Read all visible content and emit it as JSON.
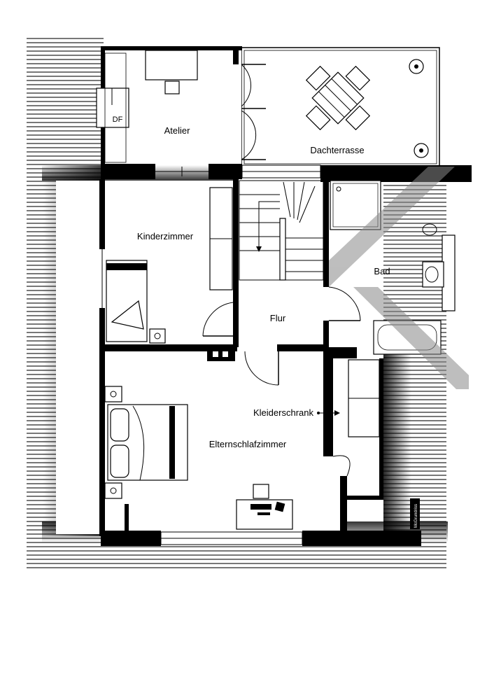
{
  "rooms": {
    "atelier": "Atelier",
    "dachterrasse": "Dachterrasse",
    "kinderzimmer": "Kinderzimmer",
    "bad": "Bad",
    "flur": "Flur",
    "kleiderschrank": "Kleiderschrank",
    "elternschlafzimmer": "Elternschlafzimmer"
  },
  "labels": {
    "df": "DF",
    "brand": "McGrundriss"
  },
  "colors": {
    "wall": "#000000",
    "background": "#ffffff",
    "roof_hatch": "#555555"
  }
}
